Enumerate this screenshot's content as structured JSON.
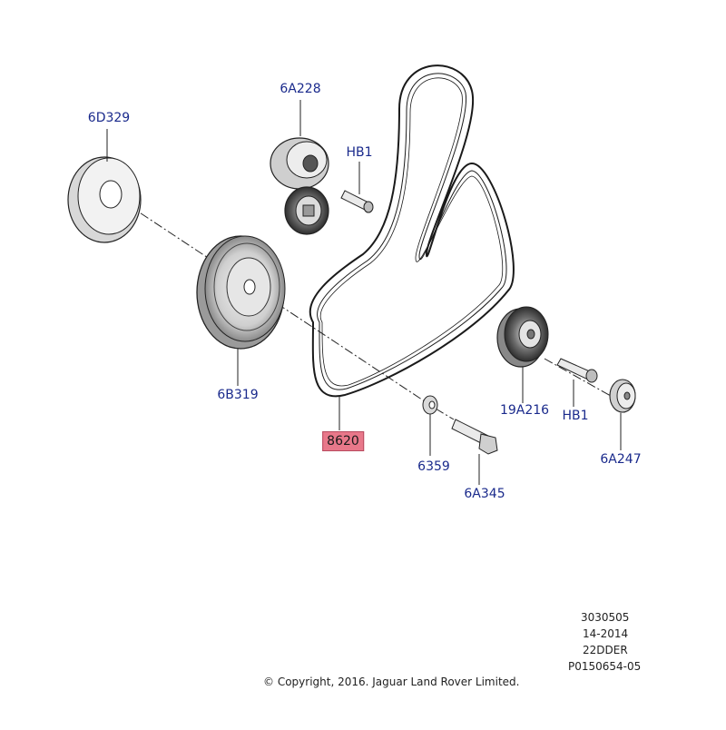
{
  "colors": {
    "label": "#1a2a8c",
    "highlight": "#e8788a",
    "line": "#222222",
    "shade": "#9a9a9a"
  },
  "parts": {
    "tensioner_bolt": "6A228",
    "crank_damper_cover": "6D329",
    "bolt_hb1_upper": "HB1",
    "crank_pulley": "6B319",
    "drive_belt": "8620",
    "washer": "6359",
    "bolt_6a345": "6A345",
    "idler_pulley": "19A216",
    "bolt_hb1_lower": "HB1",
    "idler_cover": "6A247"
  },
  "meta": {
    "line1": "3030505",
    "line2": "14-2014",
    "line3": "22DDER",
    "line4": "P0150654-05"
  },
  "copyright": "© Copyright, 2016. Jaguar Land Rover Limited."
}
